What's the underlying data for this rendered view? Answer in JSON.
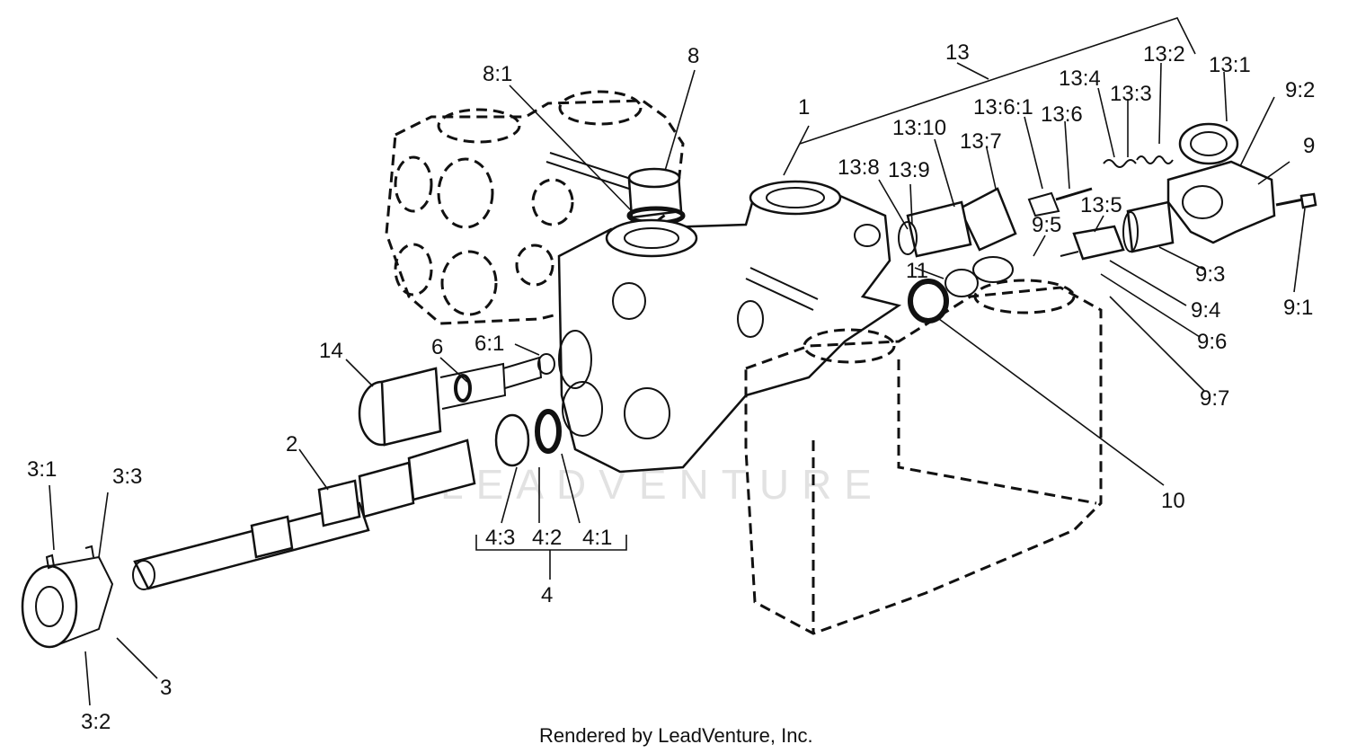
{
  "callouts": {
    "c1": "1",
    "c2": "2",
    "c3": "3",
    "c3_1": "3:1",
    "c3_2": "3:2",
    "c3_3": "3:3",
    "c4": "4",
    "c4_1": "4:1",
    "c4_2": "4:2",
    "c4_3": "4:3",
    "c6": "6",
    "c6_1": "6:1",
    "c8": "8",
    "c8_1": "8:1",
    "c9": "9",
    "c9_1": "9:1",
    "c9_2": "9:2",
    "c9_3": "9:3",
    "c9_4": "9:4",
    "c9_5": "9:5",
    "c9_6": "9:6",
    "c9_7": "9:7",
    "c10": "10",
    "c11": "11",
    "c13": "13",
    "c13_1": "13:1",
    "c13_2": "13:2",
    "c13_3": "13:3",
    "c13_4": "13:4",
    "c13_5": "13:5",
    "c13_6": "13:6",
    "c13_6_1": "13:6:1",
    "c13_7": "13:7",
    "c13_8": "13:8",
    "c13_9": "13:9",
    "c13_10": "13:10",
    "c14": "14"
  },
  "watermark": "LEADVENTURE",
  "footer": "Rendered by LeadVenture, Inc."
}
